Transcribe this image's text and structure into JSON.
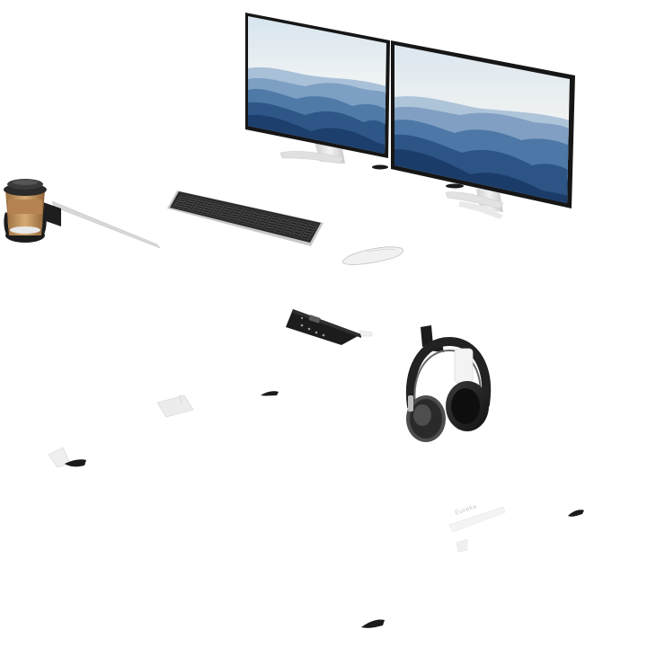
{
  "scene": {
    "desk_color": "#ffffff",
    "screen_colors": {
      "sky_top": "#dfe9f1",
      "sky_bottom": "#f4f4f2",
      "mountain_far": "#9fb9d2",
      "mountain_mid": "#5f88b3",
      "mountain_near": "#2d5688",
      "mountain_deep": "#1c3f6c"
    },
    "frame_color": "#1a1a1a",
    "stand_color": "#e3e3e3",
    "keyboard_color": "#2b2b2b",
    "headphone_color": "#222222",
    "coffee_cup_color": "#c79a63",
    "logo_text": "Eureka"
  },
  "objects": [
    {
      "name": "left-monitor"
    },
    {
      "name": "right-monitor"
    },
    {
      "name": "keyboard"
    },
    {
      "name": "mouse"
    },
    {
      "name": "cup-holder"
    },
    {
      "name": "height-control-panel"
    },
    {
      "name": "headphone-hook"
    },
    {
      "name": "headphones"
    }
  ]
}
